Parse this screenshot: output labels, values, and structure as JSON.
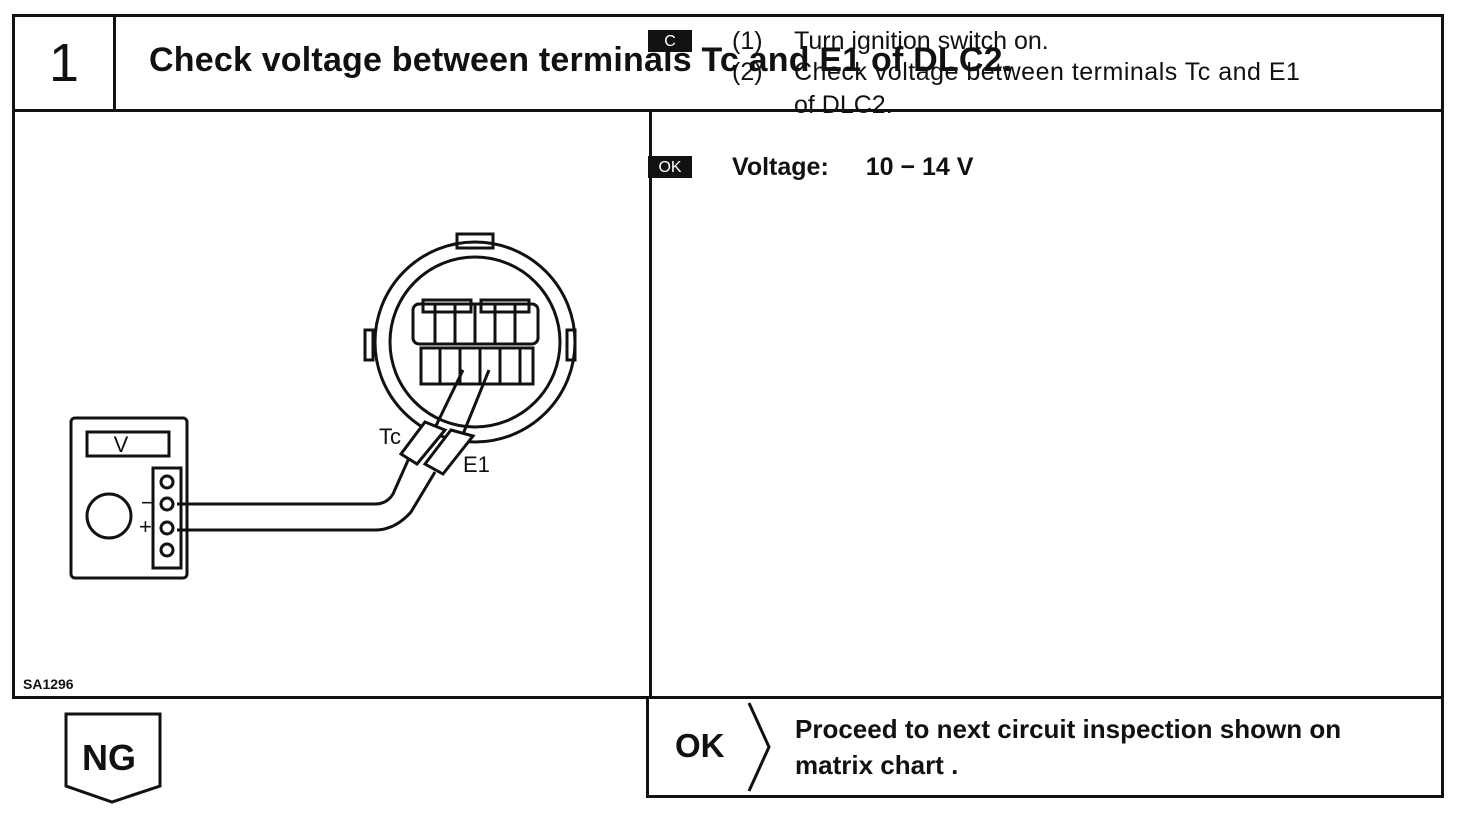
{
  "header": {
    "step_number": "1",
    "title": "Check voltage between terminals Tc and E1 of DLC2."
  },
  "figure": {
    "id": "SA1296",
    "meter_label": "V",
    "terminal_minus": "−",
    "terminal_plus": "+",
    "probe_tc": "Tc",
    "probe_e1": "E1"
  },
  "instructions": {
    "condition_badge": "C",
    "steps": [
      {
        "num": "(1)",
        "text": "Turn ignition switch on."
      },
      {
        "num": "(2)",
        "text": "Check voltage between terminals Tc and E1",
        "text_cont": "of DLC2."
      }
    ],
    "ok_badge": "OK",
    "spec_label": "Voltage:",
    "spec_value": "10 − 14 V"
  },
  "results": {
    "ok_label": "OK",
    "ok_text_line1": "Proceed to next circuit inspection shown on",
    "ok_text_line2": "matrix chart .",
    "ng_label": "NG"
  }
}
